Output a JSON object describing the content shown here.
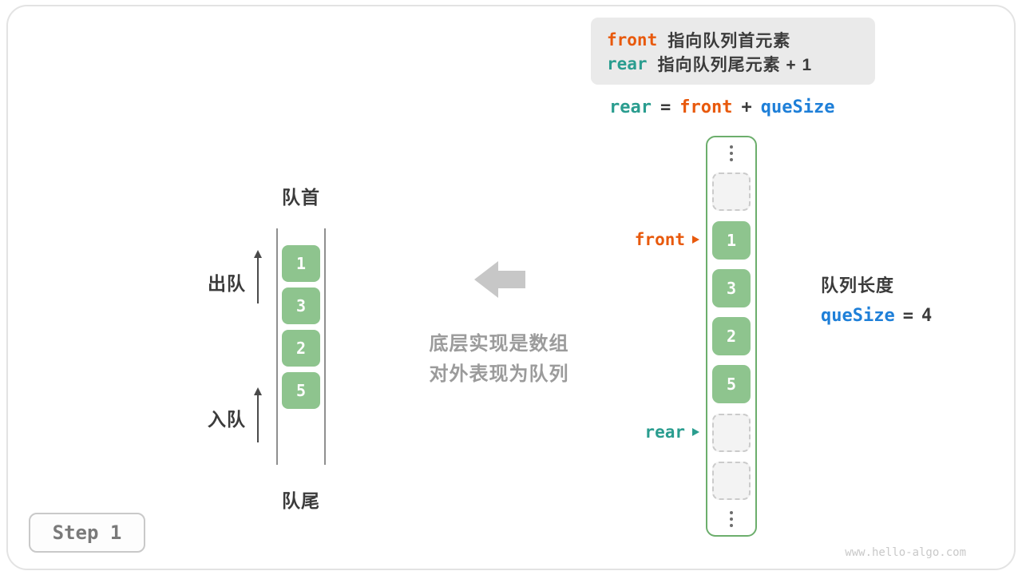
{
  "colors": {
    "front_accent": "#e8590c",
    "rear_accent": "#2a9d8f",
    "quesize_accent": "#1e7fd8",
    "cell_green": "#8ec48e",
    "legend_bg": "#eaeaea",
    "muted_gray": "#9b9b9b"
  },
  "legend": {
    "lines": [
      {
        "keyword": "front",
        "text": "指向队列首元素"
      },
      {
        "keyword": "rear",
        "text": "指向队列尾元素 + 1"
      }
    ]
  },
  "formula": {
    "lhs": "rear",
    "eq": "=",
    "mid": "front",
    "plus": "+",
    "rhs": "queSize"
  },
  "queue": {
    "head_label": "队首",
    "tail_label": "队尾",
    "dequeue_label": "出队",
    "enqueue_label": "入队",
    "values": [
      "1",
      "3",
      "2",
      "5"
    ]
  },
  "array_view": {
    "front_label": "front",
    "rear_label": "rear",
    "values": [
      "1",
      "3",
      "2",
      "5"
    ]
  },
  "annotation": {
    "line1": "底层实现是数组",
    "line2": "对外表现为队列"
  },
  "queue_length": {
    "label": "队列长度",
    "var": "queSize",
    "eq": "=",
    "value": "4"
  },
  "step": {
    "label": "Step 1"
  },
  "watermark": "www.hello-algo.com"
}
